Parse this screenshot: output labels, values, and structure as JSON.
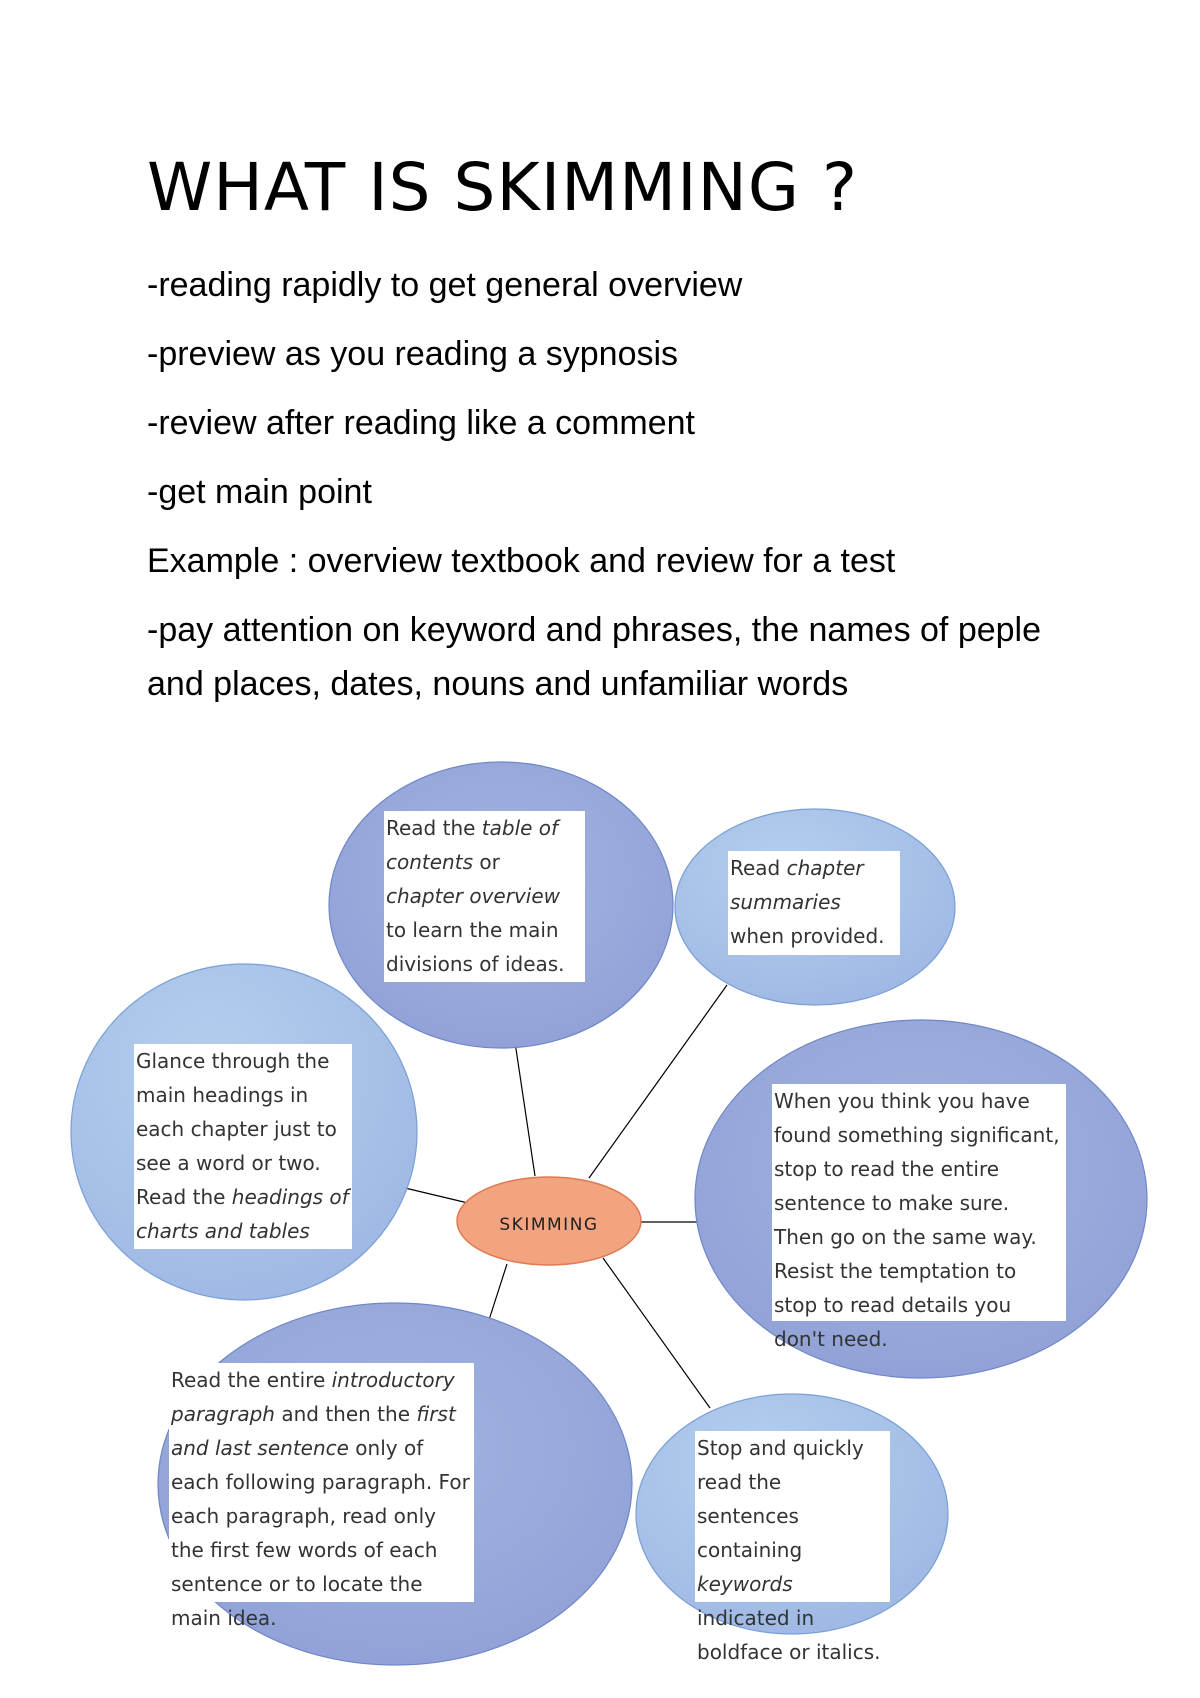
{
  "title": "WHAT IS SKIMMING ?",
  "bullets": [
    "-reading rapidly to get general overview",
    "-preview as you reading a sypnosis",
    "-review after reading like a comment",
    "-get main point",
    "Example : overview textbook and review for a test",
    "-pay attention on keyword and phrases, the names of peple and places, dates, nouns and unfamiliar words"
  ],
  "diagram": {
    "center": "SKIMMING",
    "colors": {
      "circle_light": "#a9c6e8",
      "circle_dark": "#8f9fd6",
      "center_fill": "#f2a37f",
      "center_stroke": "#e07a50",
      "line": "#000000"
    },
    "nodes": {
      "top": {
        "p1": "Read the ",
        "i1": "table of contents",
        "p2": " or ",
        "i2": "chapter overview",
        "p3": " to learn the main divisions of ideas."
      },
      "top_right": {
        "p1": "Read ",
        "i1": "chapter summaries",
        "p2": " when provided."
      },
      "left": {
        "p1": "Glance through the main headings in each chapter just to see a word or two. Read the ",
        "i1": "headings of charts and tables"
      },
      "right": {
        "p1": "When you think you have found something significant, stop to read the entire sentence to make sure. Then go on the same way. Resist the temptation to stop to read details you don't need."
      },
      "bottom_left": {
        "p1": "Read the entire ",
        "i1": "introductory paragraph",
        "p2": " and then the ",
        "i2": "first and last sentence",
        "p3": " only of each following paragraph. For each paragraph, read only the first few words of each sentence or to locate the main idea."
      },
      "bottom_right": {
        "p1": "Stop and quickly read the sentences containing ",
        "i1": "keywords",
        "p2": " indicated in boldface or italics."
      }
    }
  }
}
